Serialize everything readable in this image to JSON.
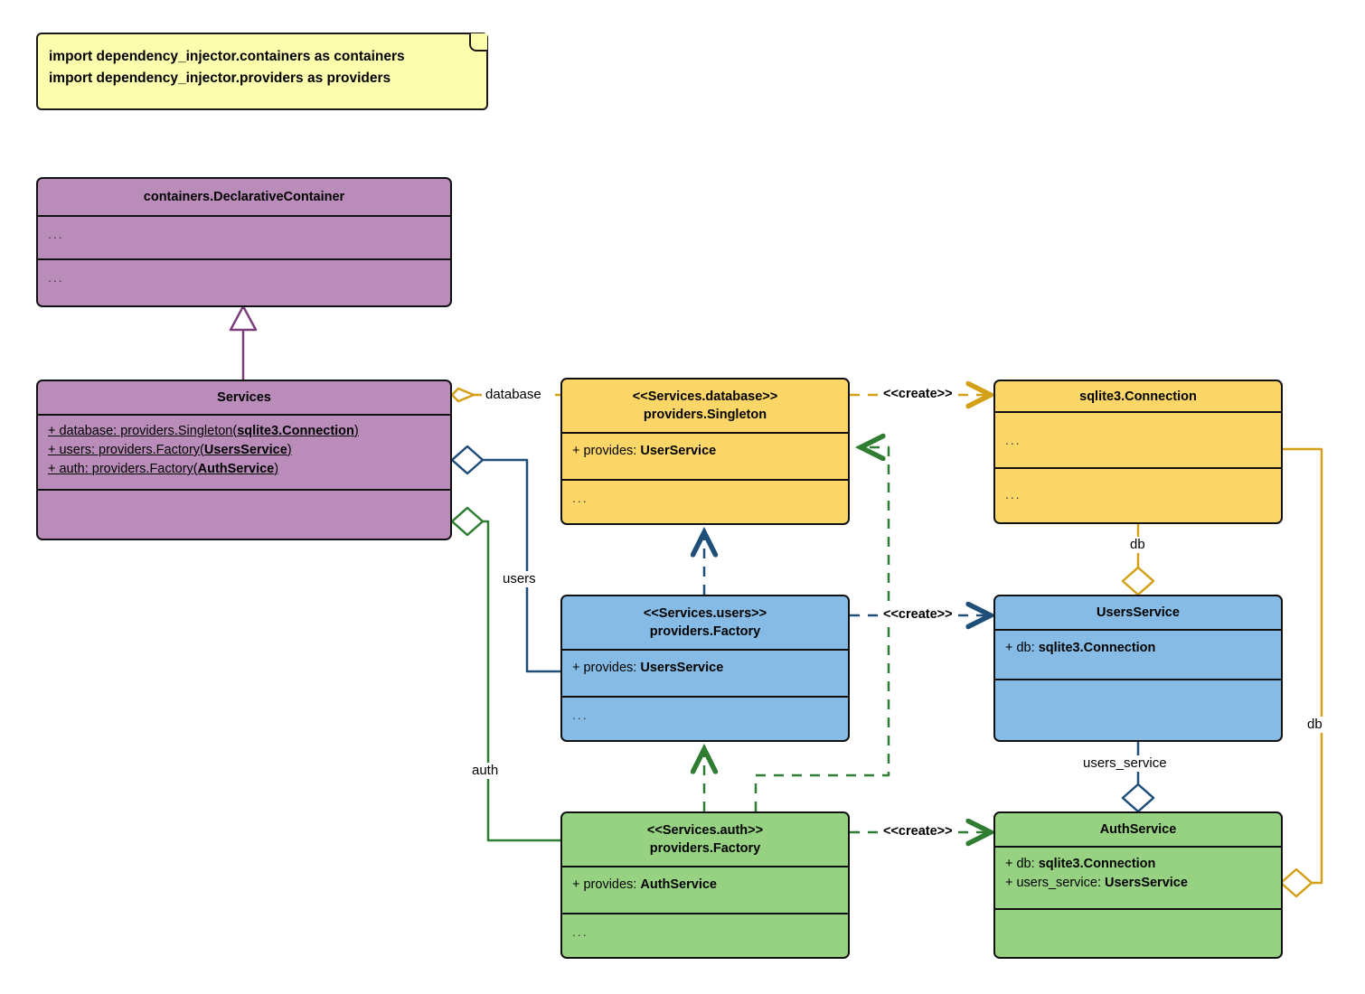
{
  "diagram": {
    "title": "dependency_injector containers UML class diagram",
    "note": {
      "line1": "import dependency_injector.containers as containers",
      "line2": "import dependency_injector.providers as providers"
    },
    "colors": {
      "note_fill": "#fdfdae",
      "purple": "#b98cb9",
      "yellow": "#fcd667",
      "blue": "#85bbe4",
      "green": "#96d281",
      "outline": "#111111",
      "purple_edge": "#7b3f7b",
      "yellow_edge": "#d4a017",
      "blue_edge": "#1f4e79",
      "green_edge": "#2e7d32"
    },
    "classes": {
      "declarative_container": {
        "name": "containers.DeclarativeContainer",
        "attributes": "...",
        "methods": "..."
      },
      "services": {
        "name": "Services",
        "attributes": [
          {
            "text": "+ database: providers.Singleton(",
            "bold": "sqlite3.Connection",
            "tail": ")"
          },
          {
            "text": "+ users: providers.Factory(",
            "bold": "UsersService",
            "tail": ")"
          },
          {
            "text": "+ auth: providers.Factory(",
            "bold": "AuthService",
            "tail": ")"
          }
        ],
        "methods": ""
      },
      "provider_database": {
        "stereotype": "<<Services.database>>",
        "name": "providers.Singleton",
        "attribute_prefix": "+ provides: ",
        "attribute_bold": "UserService",
        "methods": "..."
      },
      "provider_users": {
        "stereotype": "<<Services.users>>",
        "name": "providers.Factory",
        "attribute_prefix": "+ provides: ",
        "attribute_bold": "UsersService",
        "methods": "..."
      },
      "provider_auth": {
        "stereotype": "<<Services.auth>>",
        "name": "providers.Factory",
        "attribute_prefix": "+ provides: ",
        "attribute_bold": "AuthService",
        "methods": "..."
      },
      "sqlite_connection": {
        "name": "sqlite3.Connection",
        "attributes": "...",
        "methods": "..."
      },
      "users_service": {
        "name": "UsersService",
        "attribute_prefix": "+ db: ",
        "attribute_bold": "sqlite3.Connection",
        "methods": ""
      },
      "auth_service": {
        "name": "AuthService",
        "attributes": [
          {
            "text": "+ db: ",
            "bold": "sqlite3.Connection"
          },
          {
            "text": "+ users_service: ",
            "bold": "UsersService"
          }
        ],
        "methods": ""
      }
    },
    "edge_labels": {
      "database": "database",
      "users": "users",
      "auth": "auth",
      "db_users": "db",
      "db_auth": "db",
      "users_service": "users_service",
      "create_database": "<<create>>",
      "create_users": "<<create>>",
      "create_auth": "<<create>>"
    }
  }
}
